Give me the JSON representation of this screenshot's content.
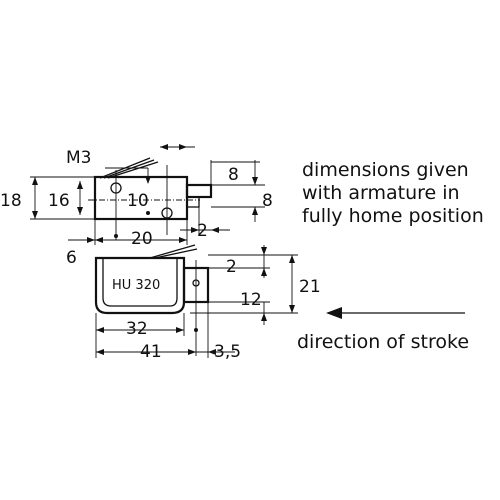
{
  "notes": {
    "line1": "dimensions given",
    "line2": "with armature in",
    "line3": "fully home position",
    "stroke_label": "direction of stroke"
  },
  "model_label": "HU 320",
  "thread": "M3",
  "dims": {
    "height_outer": "18",
    "height_inner": "16",
    "hole_spacing": "10",
    "width_top": "20",
    "offset_left": "6",
    "armature_height": "8",
    "armature_width": "8",
    "armature_gap": "2",
    "bracket_step": "2",
    "bracket_height": "12",
    "total_height": "21",
    "base_width": "32",
    "total_width": "41",
    "hole_offset": "3,5"
  }
}
